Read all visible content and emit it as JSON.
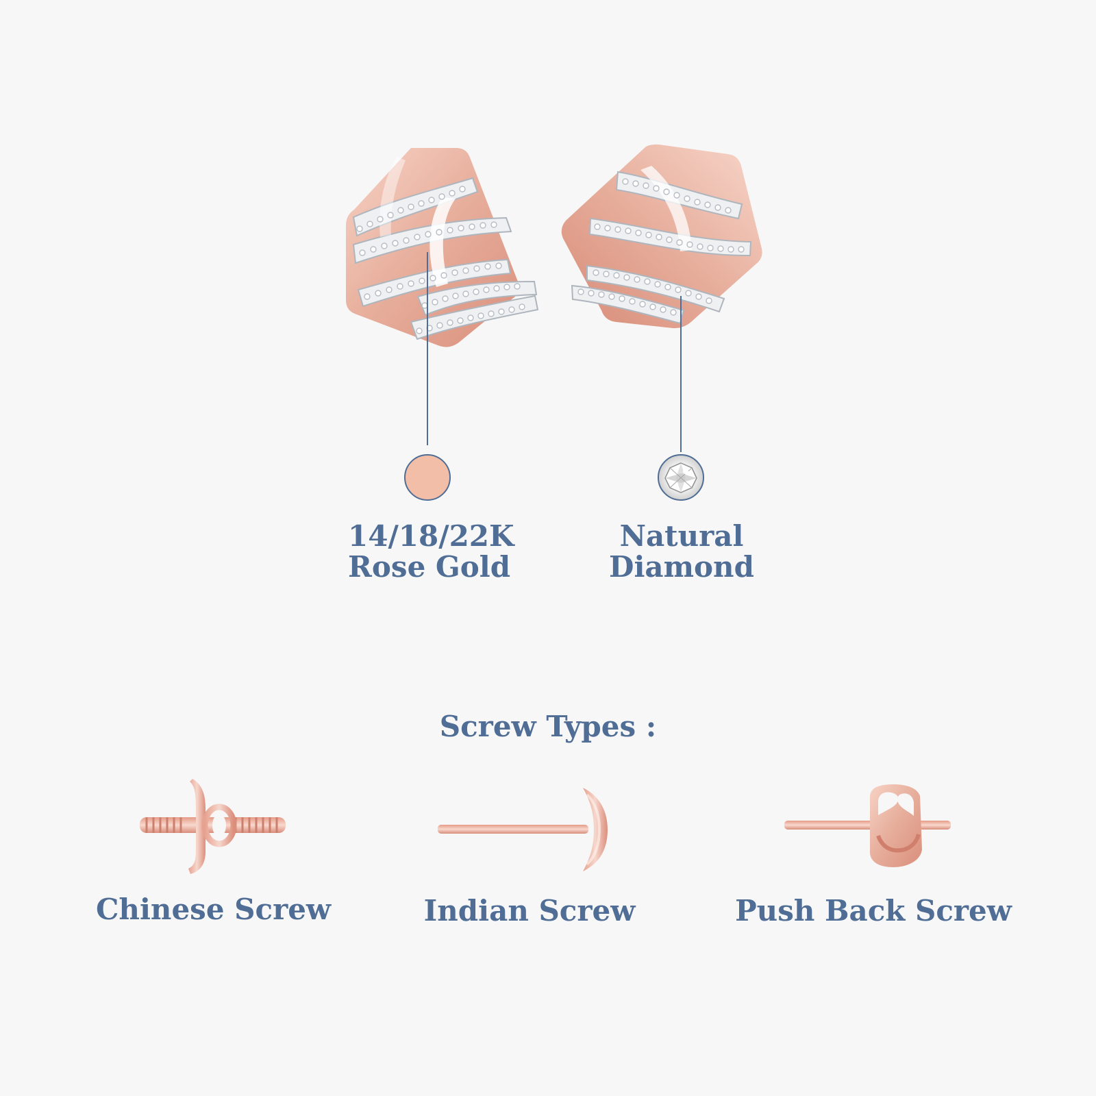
{
  "materials": [
    {
      "line1": "14/18/22K",
      "line2": "Rose Gold",
      "swatch_color": "#f3bea8"
    },
    {
      "line1": "Natural",
      "line2": "Diamond",
      "swatch_icon": "diamond-icon"
    }
  ],
  "screws": {
    "title": "Screw Types :",
    "items": [
      {
        "label": "Chinese Screw",
        "icon": "chinese-screw-icon"
      },
      {
        "label": "Indian Screw",
        "icon": "indian-screw-icon"
      },
      {
        "label": "Push Back Screw",
        "icon": "push-back-screw-icon"
      }
    ]
  },
  "colors": {
    "accent": "#4f6d95",
    "rose_gold": "#e8b6a0",
    "background": "#f7f7f7"
  }
}
